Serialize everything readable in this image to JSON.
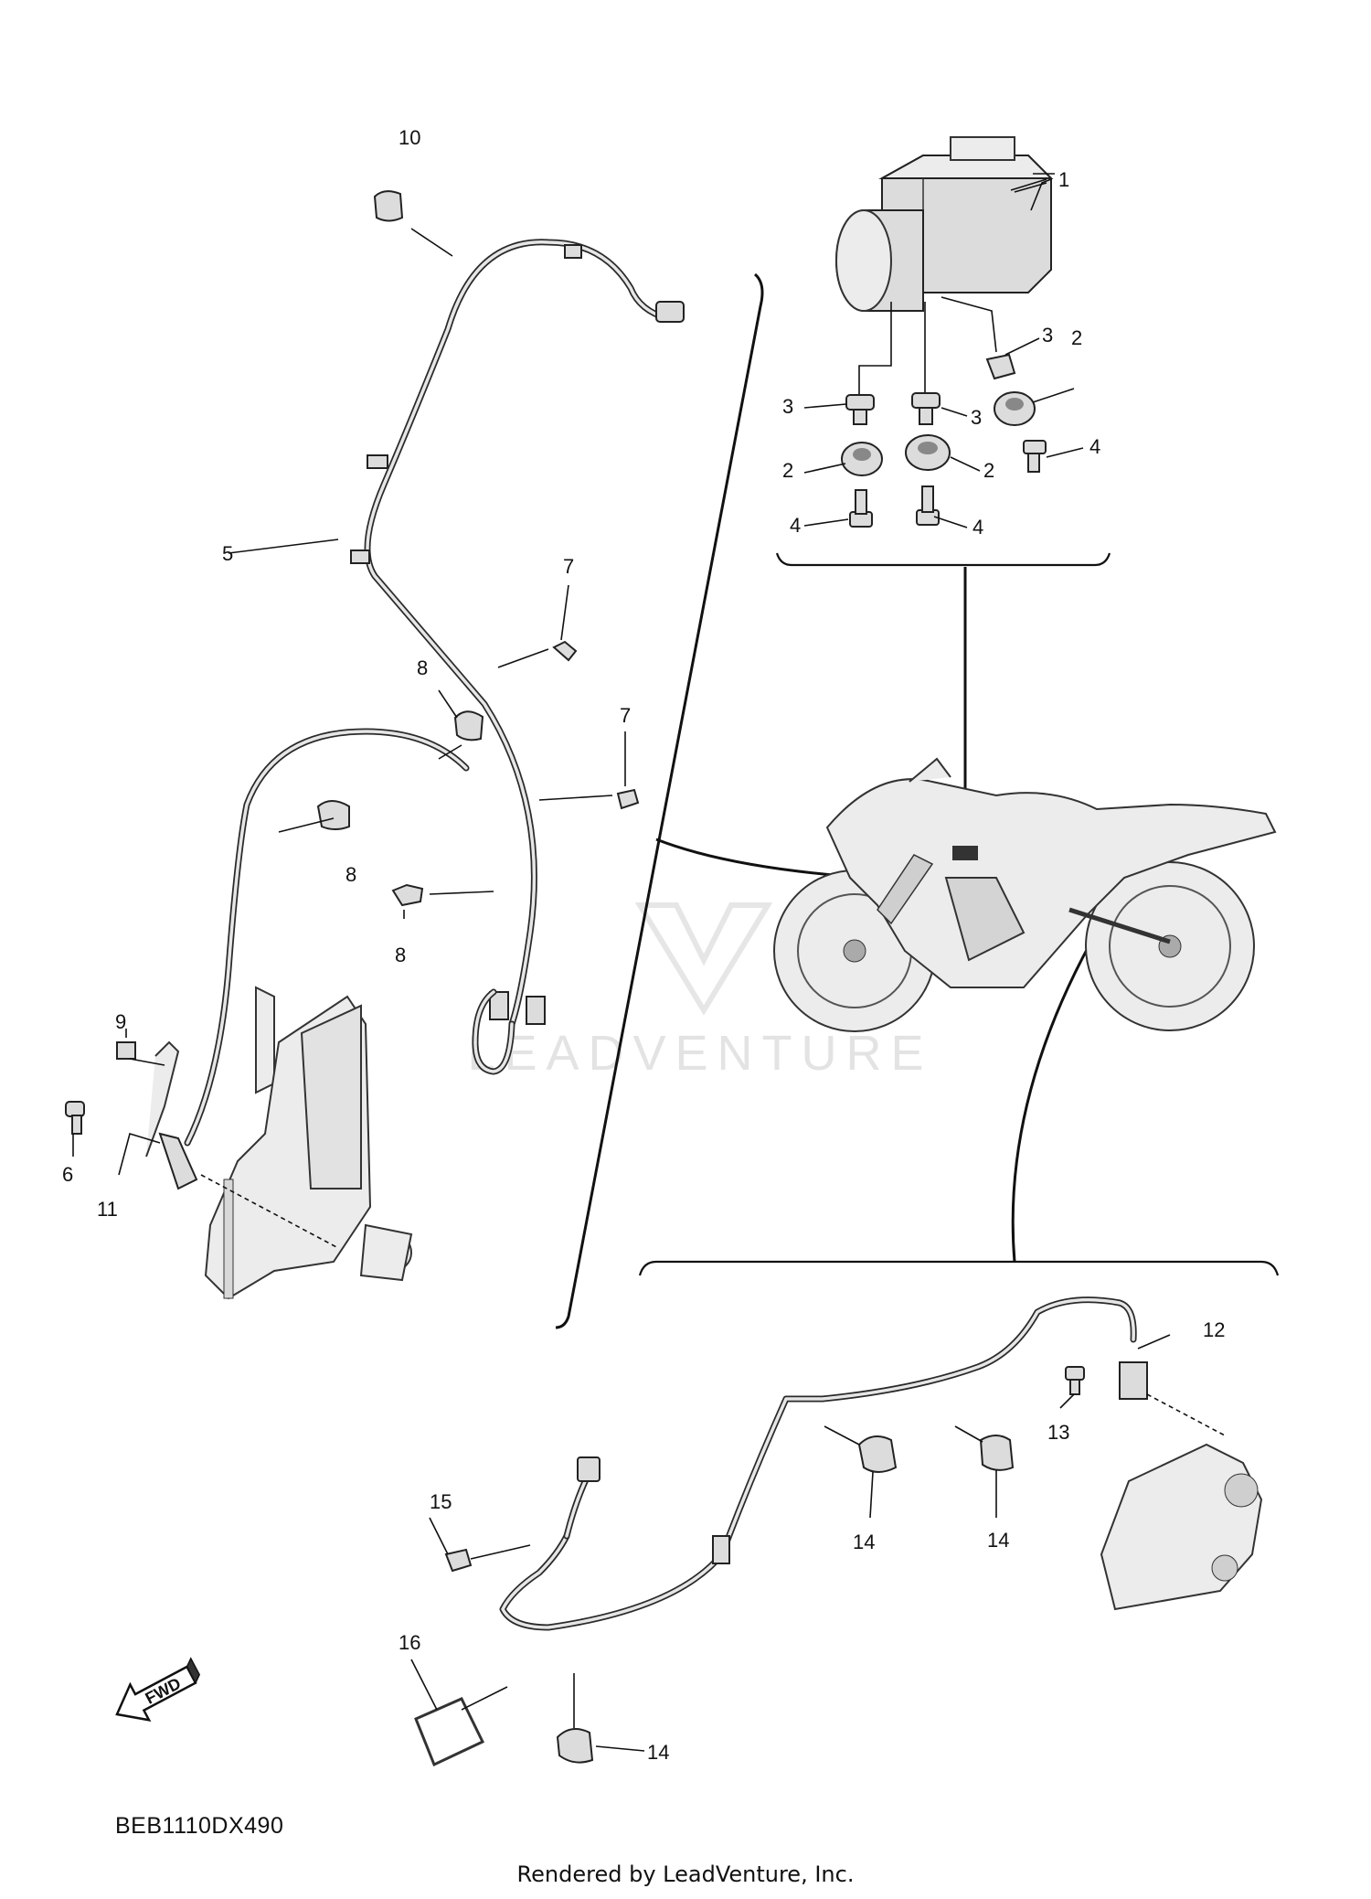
{
  "callouts": {
    "c1": "1",
    "c2a": "2",
    "c2b": "2",
    "c2c": "2",
    "c3a": "3",
    "c3b": "3",
    "c3c": "3",
    "c4a": "4",
    "c4b": "4",
    "c4c": "4",
    "c5": "5",
    "c6": "6",
    "c7a": "7",
    "c7b": "7",
    "c8a": "8",
    "c8b": "8",
    "c8c": "8",
    "c9": "9",
    "c10": "10",
    "c11": "11",
    "c12": "12",
    "c13": "13",
    "c14a": "14",
    "c14b": "14",
    "c14c": "14",
    "c15": "15",
    "c16": "16"
  },
  "fwd_label": "FWD",
  "diagram_code": "BEB1110DX490",
  "watermark": "LEADVENTURE",
  "footer": "Rendered by LeadVenture, Inc."
}
